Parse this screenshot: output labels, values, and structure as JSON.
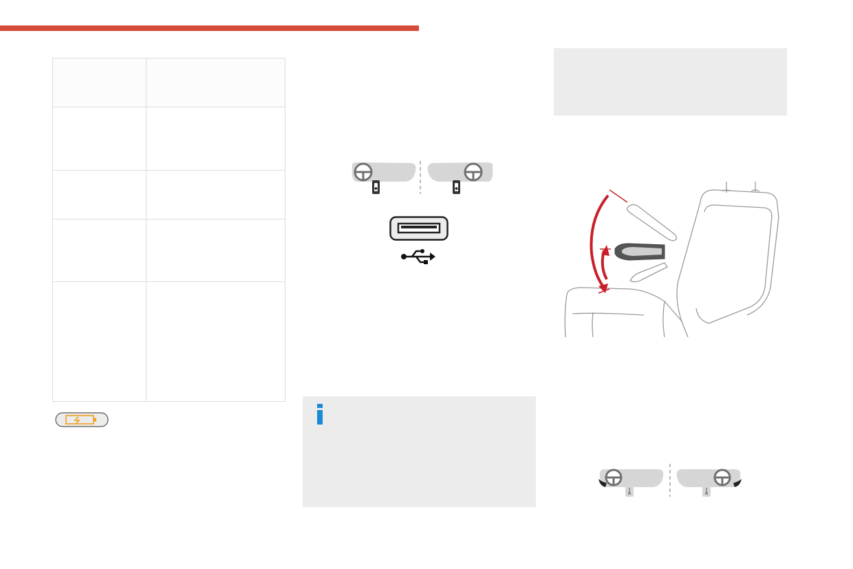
{
  "colors": {
    "accent_bar": "#d64a3a",
    "table_border": "#dedede",
    "panel_gray": "#ececec",
    "info_blue": "#1a8ad4",
    "arrow_red": "#c8202a",
    "charge_orange": "#f0a020"
  },
  "spec_table": {
    "rows": 5,
    "columns": 2
  },
  "icons": {
    "charge": "battery-charge-icon",
    "info": "info-icon",
    "usb_port": "usb-port-icon",
    "usb_symbol": "usb-symbol-icon",
    "steering_lhd": "steering-wheel-lhd-icon",
    "steering_rhd": "steering-wheel-rhd-icon",
    "armrest": "armrest-seat-illustration"
  }
}
